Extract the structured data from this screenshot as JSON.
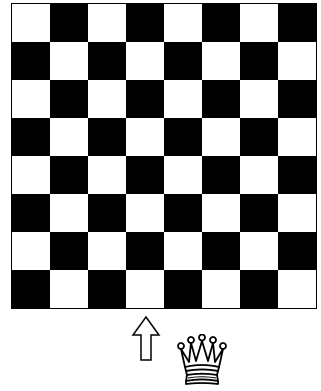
{
  "board": {
    "files": 8,
    "ranks": 8,
    "top_left_color": "light",
    "light_color": "#ffffff",
    "dark_color": "#000000"
  },
  "indicator": {
    "icon": "up-arrow-icon",
    "column": 4
  },
  "piece_to_place": {
    "icon": "queen-icon",
    "piece": "queen",
    "color": "white"
  }
}
